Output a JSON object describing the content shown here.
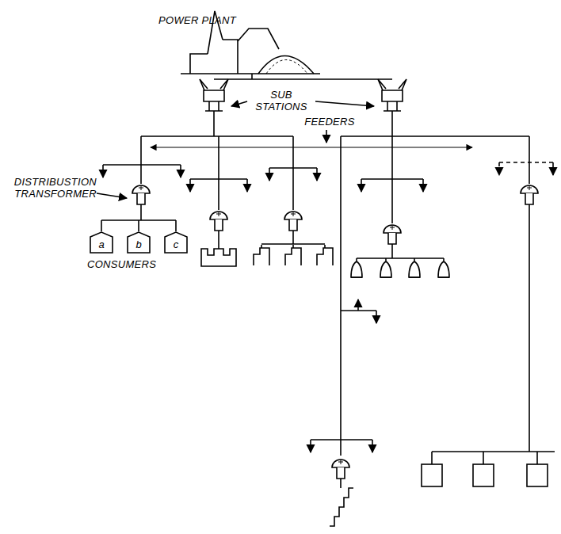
{
  "diagram": {
    "nodes": [
      {
        "text": [
          "a"
        ]
      },
      {
        "text": [
          "b"
        ]
      },
      {
        "text": [
          "c"
        ]
      }
    ],
    "labels": [
      "POWER PLANT",
      "SUB STATIONS",
      "FEEDERS",
      "DISTRIBUSTION TRANSFORMER",
      "CONSUMERS"
    ]
  }
}
